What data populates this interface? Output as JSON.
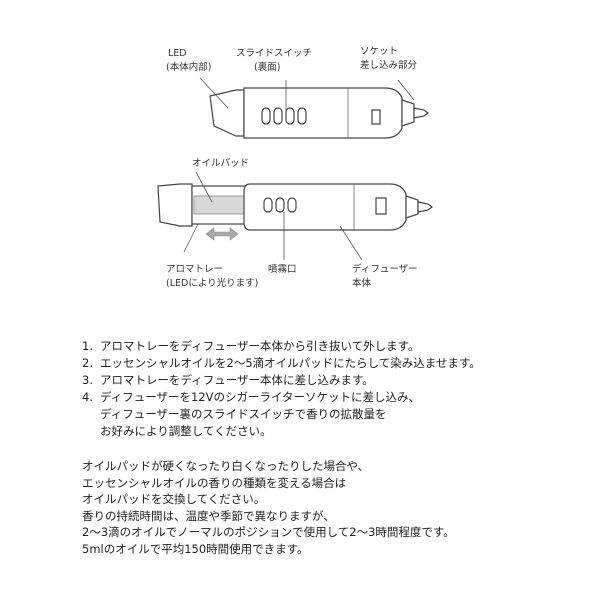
{
  "diagram": {
    "top_labels": {
      "led": [
        "LED",
        "(本体内部)"
      ],
      "slide_switch": [
        "スライドスイッチ",
        "(裏面)"
      ],
      "socket": [
        "ソケット",
        "差し込み部分"
      ]
    },
    "bottom_labels": {
      "oil_pad": "オイルパッド",
      "aroma_tray": [
        "アロマトレー",
        "(LEDにより光ります)"
      ],
      "spray_port": "噴霧口",
      "diffuser_body": [
        "ディフューザー",
        "本体"
      ]
    }
  },
  "instructions": [
    {
      "num": "1.",
      "lines": [
        "アロマトレーをディフューザー本体から引き抜いて外します。"
      ]
    },
    {
      "num": "2.",
      "lines": [
        "エッセンシャルオイルを2〜5滴オイルパッドにたらして染み込ませます。"
      ]
    },
    {
      "num": "3.",
      "lines": [
        "アロマトレーをディフューザー本体に差し込みます。"
      ]
    },
    {
      "num": "4.",
      "lines": [
        "ディフューザーを12Vのシガーライターソケットに差し込み、",
        "ディフューザー裏のスライドスイッチで香りの拡散量を",
        "お好みにより調整してください。"
      ]
    }
  ],
  "notes": [
    "オイルパッドが硬くなったり白くなったりした場合や、",
    "エッセンシャルオイルの香りの種類を変える場合は",
    "オイルパッドを交換してください。",
    "香りの持続時間は、温度や季節で異なりますが、",
    "2〜3滴のオイルでノーマルのポジションで使用して2〜3時間程度です。",
    "5mlのオイルで平均150時間使用できます。"
  ]
}
